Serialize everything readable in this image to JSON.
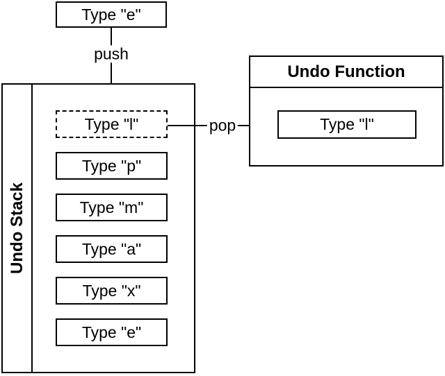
{
  "colors": {
    "stroke": "#000000",
    "fill": "#ffffff"
  },
  "input_box": {
    "label": "Type \"e\""
  },
  "push": {
    "label": "push"
  },
  "pop": {
    "label": "pop"
  },
  "stack": {
    "title": "Undo Stack",
    "items": [
      {
        "label": "Type \"l\"",
        "border": "dashed"
      },
      {
        "label": "Type \"p\"",
        "border": "solid"
      },
      {
        "label": "Type \"m\"",
        "border": "solid"
      },
      {
        "label": "Type \"a\"",
        "border": "solid"
      },
      {
        "label": "Type \"x\"",
        "border": "solid"
      },
      {
        "label": "Type \"e\"",
        "border": "solid"
      }
    ]
  },
  "undo_function": {
    "title": "Undo Function",
    "item_label": "Type \"l\""
  }
}
